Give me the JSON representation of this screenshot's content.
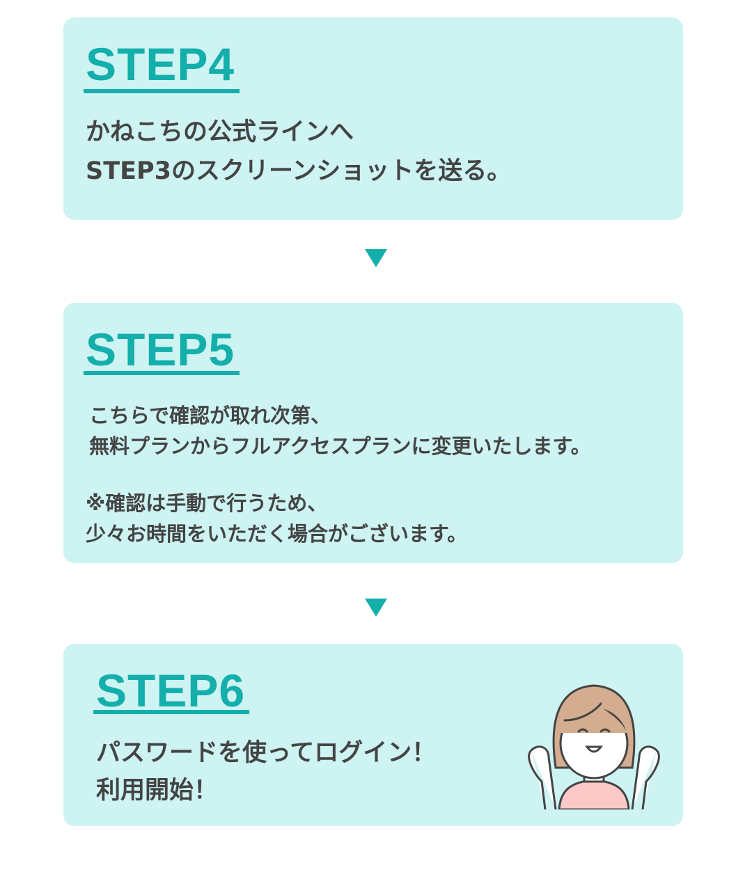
{
  "step4": {
    "title": "STEP4",
    "lines": [
      "かねこちの公式ラインへ",
      "STEP3のスクリーンショットを送る。"
    ]
  },
  "step5": {
    "title": "STEP5",
    "lines": [
      "こちらで確認が取れ次第、",
      "無料プランからフルアクセスプランに変更いたします。"
    ],
    "note": [
      "※確認は手動で行うため、",
      "少々お時間をいただく場合がございます。"
    ]
  },
  "step6": {
    "title": "STEP6",
    "lines": [
      "パスワードを使ってログイン！",
      "利用開始！"
    ]
  },
  "colors": {
    "accent": "#14aeab",
    "card": "#cdf3f2",
    "text": "#444444"
  }
}
